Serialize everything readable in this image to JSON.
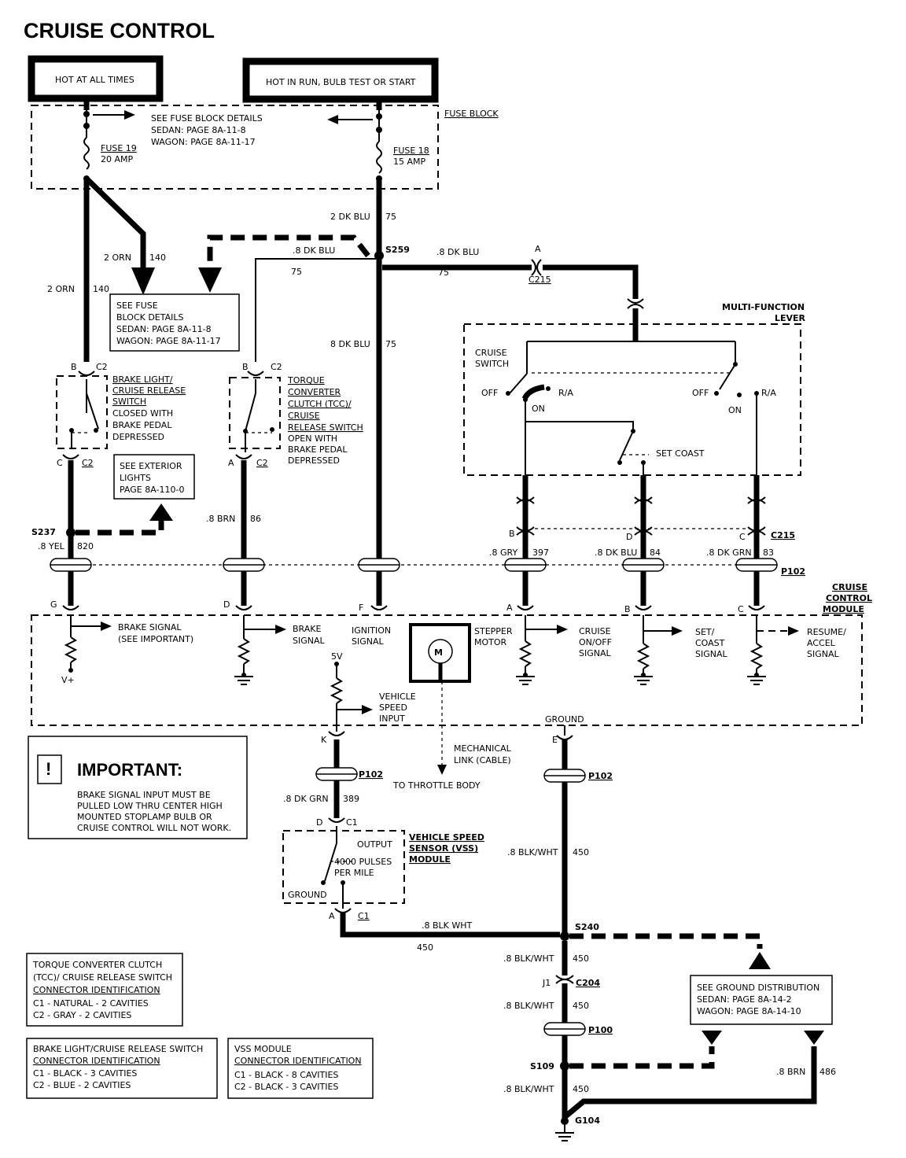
{
  "diagram": {
    "title": "CRUISE CONTROL",
    "power": {
      "hot_always": "HOT AT ALL TIMES",
      "hot_run": "HOT IN RUN, BULB TEST OR START"
    },
    "fuse_block": {
      "label": "FUSE BLOCK",
      "details_line1": "SEE FUSE BLOCK DETAILS",
      "details_line2": "SEDAN:    PAGE 8A-11-8",
      "details_line3": "WAGON:  PAGE 8A-11-17",
      "fuse19_name": "FUSE 19",
      "fuse19_amp": "20 AMP",
      "fuse18_name": "FUSE 18",
      "fuse18_amp": "15 AMP"
    },
    "fuse_ref_box": {
      "line1": "SEE FUSE",
      "line2": "BLOCK DETAILS",
      "line3": "SEDAN:   PAGE 8A-11-8",
      "line4": "WAGON:  PAGE 8A-11-17"
    },
    "wires": {
      "w_2dkblu": "2 DK BLU",
      "w_2dkblu_n": "75",
      "w_2orn_a": "2 ORN",
      "w_2orn_a_n": "140",
      "w_2orn_b": "2 ORN",
      "w_2orn_b_n": "140",
      "w_8dkblu_l": ".8 DK BLU",
      "w_8dkblu_l_n": "75",
      "w_8dkblu_r": ".8 DK BLU",
      "w_8dkblu_r_n": "75",
      "w_8dkblu_v": "8 DK BLU",
      "w_8dkblu_v_n": "75",
      "w_8brn": ".8 BRN",
      "w_8brn_n": "86",
      "w_8yel": ".8 YEL",
      "w_8yel_n": "820",
      "w_8gry": ".8 GRY",
      "w_8gry_n": "397",
      "w_8dkblu84": ".8 DK BLU",
      "w_8dkblu84_n": "84",
      "w_8dkgrn83": ".8 DK GRN",
      "w_8dkgrn83_n": "83",
      "w_8dkgrn389": ".8 DK GRN",
      "w_8dkgrn389_n": "389",
      "w_blkwht_a": ".8 BLK/WHT",
      "w_blkwht_a_n": "450",
      "w_blkwht_b": ".8 BLK WHT",
      "w_blkwht_b_n": "450",
      "w_blkwht_c": ".8 BLK/WHT",
      "w_blkwht_c_n": "450",
      "w_blkwht_d": ".8 BLK/WHT",
      "w_blkwht_d_n": "450",
      "w_blkwht_e": ".8 BLK/WHT",
      "w_blkwht_e_n": "450",
      "w_8brn486": ".8 BRN",
      "w_8brn486_n": "486"
    },
    "splices": {
      "s259": "S259",
      "s237": "S237",
      "s240": "S240",
      "s109": "S109",
      "g104": "G104"
    },
    "connectors": {
      "c215_top": "C215",
      "c215_top_pin": "A",
      "c215_mid": "C215",
      "p102_mid": "P102",
      "p102_k": "P102",
      "p102_e": "P102",
      "c204": "C204",
      "c204_pin": "J1",
      "p100": "P100",
      "c1_d": "C1",
      "c1_d_pin": "D",
      "c1_a": "C1",
      "c1_a_pin": "A",
      "brake_b": "B",
      "brake_c2_top": "C2",
      "brake_c": "C",
      "brake_c2_bot": "C2",
      "tcc_b": "B",
      "tcc_c2_top": "C2",
      "tcc_a": "A",
      "tcc_c2_bot": "C2",
      "pin_b_gry": "B",
      "pin_d_blu": "D",
      "pin_c_grn": "C",
      "mod_g": "G",
      "mod_d": "D",
      "mod_f": "F",
      "mod_a": "A",
      "mod_b": "B",
      "mod_c": "C",
      "mod_k": "K",
      "mod_e": "E"
    },
    "brake_switch": {
      "name1": "BRAKE LIGHT/",
      "name2": "CRUISE RELEASE",
      "name3": "SWITCH",
      "desc1": "CLOSED WITH",
      "desc2": "BRAKE PEDAL",
      "desc3": "DEPRESSED"
    },
    "tcc_switch": {
      "name1": "TORQUE",
      "name2": "CONVERTER",
      "name3": "CLUTCH (TCC)/",
      "name4": "CRUISE",
      "name5": "RELEASE SWITCH",
      "desc1": "OPEN WITH",
      "desc2": "BRAKE PEDAL",
      "desc3": "DEPRESSED"
    },
    "exterior_ref": {
      "line1": "SEE EXTERIOR",
      "line2": "LIGHTS",
      "line3": "PAGE 8A-110-0"
    },
    "mf_lever": {
      "name1": "MULTI-FUNCTION",
      "name2": "LEVER",
      "cruise1": "CRUISE",
      "cruise2": "SWITCH",
      "off_l": "OFF",
      "ra_l": "R/A",
      "on_l": "ON",
      "off_r": "OFF",
      "ra_r": "R/A",
      "on_r": "ON",
      "setcoast": "SET COAST"
    },
    "module": {
      "name1": "CRUISE",
      "name2": "CONTROL",
      "name3": "MODULE",
      "brake_sig1": "BRAKE SIGNAL",
      "brake_sig2": "(SEE IMPORTANT)",
      "vplus": "V+",
      "brake1": "BRAKE",
      "brake2": "SIGNAL",
      "ign1": "IGNITION",
      "ign2": "SIGNAL",
      "motor_letter": "M",
      "stepper1": "STEPPER",
      "stepper2": "MOTOR",
      "cruise_onoff1": "CRUISE",
      "cruise_onoff2": "ON/OFF",
      "cruise_onoff3": "SIGNAL",
      "set1": "SET/",
      "set2": "COAST",
      "set3": "SIGNAL",
      "res1": "RESUME/",
      "res2": "ACCEL",
      "res3": "SIGNAL",
      "fivev": "5V",
      "vsi1": "VEHICLE",
      "vsi2": "SPEED",
      "vsi3": "INPUT",
      "ground": "GROUND"
    },
    "mech": {
      "line1": "MECHANICAL",
      "line2": "LINK (CABLE)",
      "line3": "TO THROTTLE BODY"
    },
    "important": {
      "heading": "IMPORTANT:",
      "symbol": "!",
      "line1": "BRAKE SIGNAL INPUT MUST BE",
      "line2": "PULLED LOW THRU CENTER HIGH",
      "line3": "MOUNTED STOPLAMP BULB OR",
      "line4": "CRUISE CONTROL WILL NOT WORK."
    },
    "vss": {
      "name1": "VEHICLE SPEED",
      "name2": "SENSOR (VSS)",
      "name3": "MODULE",
      "output": "OUTPUT",
      "pulses1": "4000 PULSES",
      "pulses2": "PER MILE",
      "ground": "GROUND"
    },
    "ground_ref": {
      "line1": "SEE GROUND DISTRIBUTION",
      "line2": "SEDAN:   PAGE 8A-14-2",
      "line3": "WAGON:  PAGE 8A-14-10"
    },
    "tcc_conn_id": {
      "line1": "TORQUE CONVERTER CLUTCH",
      "line2": "(TCC)/ CRUISE RELEASE SWITCH",
      "line3": "CONNECTOR IDENTIFICATION",
      "line4": "C1   -   NATURAL   - 2 CAVITIES",
      "line5": "C2   -   GRAY         - 2 CAVITIES"
    },
    "brake_conn_id": {
      "line1": "BRAKE LIGHT/CRUISE RELEASE SWITCH",
      "line2": "CONNECTOR IDENTIFICATION",
      "line3": "C1   -   BLACK   - 3 CAVITIES",
      "line4": "C2   -   BLUE     - 2 CAVITIES"
    },
    "vss_conn_id": {
      "line1": "VSS MODULE",
      "line2": "CONNECTOR IDENTIFICATION",
      "line3": "C1   -   BLACK   - 8 CAVITIES",
      "line4": "C2   -   BLACK   - 3 CAVITIES"
    }
  }
}
